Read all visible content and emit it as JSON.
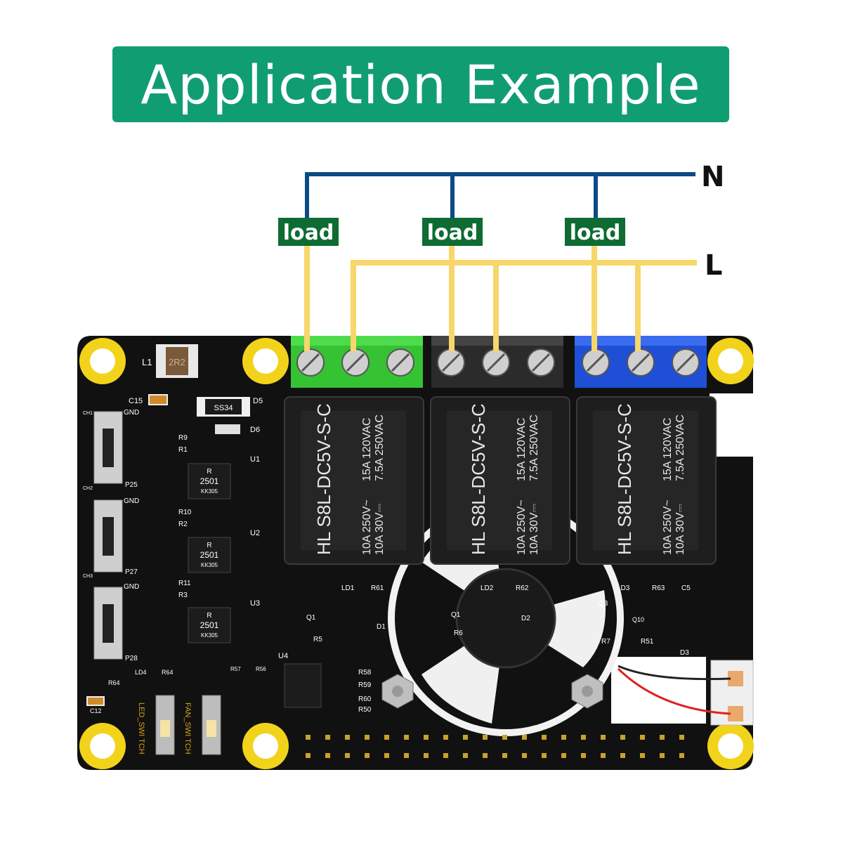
{
  "title": "Application Example",
  "lines": {
    "neutral": "N",
    "live": "L"
  },
  "loads": [
    "load",
    "load",
    "load"
  ],
  "colors": {
    "banner": "#119d72",
    "neutral_wire": "#0b4a86",
    "live_wire": "#f7d66b",
    "load_tag": "#0e6b32",
    "board": "#111111",
    "terminal_green": "#35c233",
    "terminal_black": "#2b2b2b",
    "terminal_blue": "#1f4fd6",
    "mount_hole": "#f2d31b"
  },
  "relays": [
    {
      "model": "HL S8L-DC5V-S-C",
      "rating_top": "15A 120VAC",
      "rating_top2": "7.5A 250VAC",
      "rating_bottom": "10A 250V~",
      "rating_bottom2": "10A 30V⎓"
    },
    {
      "model": "HL S8L-DC5V-S-C",
      "rating_top": "15A 120VAC",
      "rating_top2": "7.5A 250VAC",
      "rating_bottom": "10A 250V~",
      "rating_bottom2": "10A 30V⎓"
    },
    {
      "model": "HL S8L-DC5V-S-C",
      "rating_top": "15A 120VAC",
      "rating_top2": "7.5A 250VAC",
      "rating_bottom": "10A 250V~",
      "rating_bottom2": "10A 30V⎓"
    }
  ],
  "silkscreen": {
    "l1": "L1",
    "inductor": "2R2",
    "c15": "C15",
    "d5": "D5",
    "d6": "D6",
    "diode_code": "SS34",
    "r9": "R9",
    "r1": "R1",
    "u1": "U1",
    "r10": "R10",
    "r2": "R2",
    "u2": "U2",
    "r11": "R11",
    "r3": "R3",
    "u3": "U3",
    "u4": "U4",
    "gnd1": "GND",
    "p25": "P25",
    "gnd2": "GND",
    "p27": "P27",
    "gnd3": "GND",
    "p28": "P28",
    "ch1": "CH1",
    "ch2": "CH2",
    "ch3": "CH3",
    "opto_r": "R",
    "opto_code": "2501",
    "opto_sub": "KK305",
    "ld1": "LD1",
    "r61": "R61",
    "ld2": "LD2",
    "r62": "R62",
    "ld3": "LD3",
    "r63": "R63",
    "c5": "C5",
    "q1a": "Q1",
    "r5": "R5",
    "d1": "D1",
    "q1b": "Q1",
    "r6": "R6",
    "d2": "D2",
    "q3": "Q3",
    "q10": "Q10",
    "r7": "R7",
    "r51": "R51",
    "d3": "D3",
    "r57": "R57",
    "r56": "R56",
    "r58": "R58",
    "r59": "R59",
    "r60": "R60",
    "r50": "R50",
    "ld4": "LD4",
    "r64a": "R64",
    "r64b": "R64",
    "c12": "C12",
    "led_switch": "LED_SWI TCH",
    "fan_switch": "FAN_SWI TCH"
  }
}
